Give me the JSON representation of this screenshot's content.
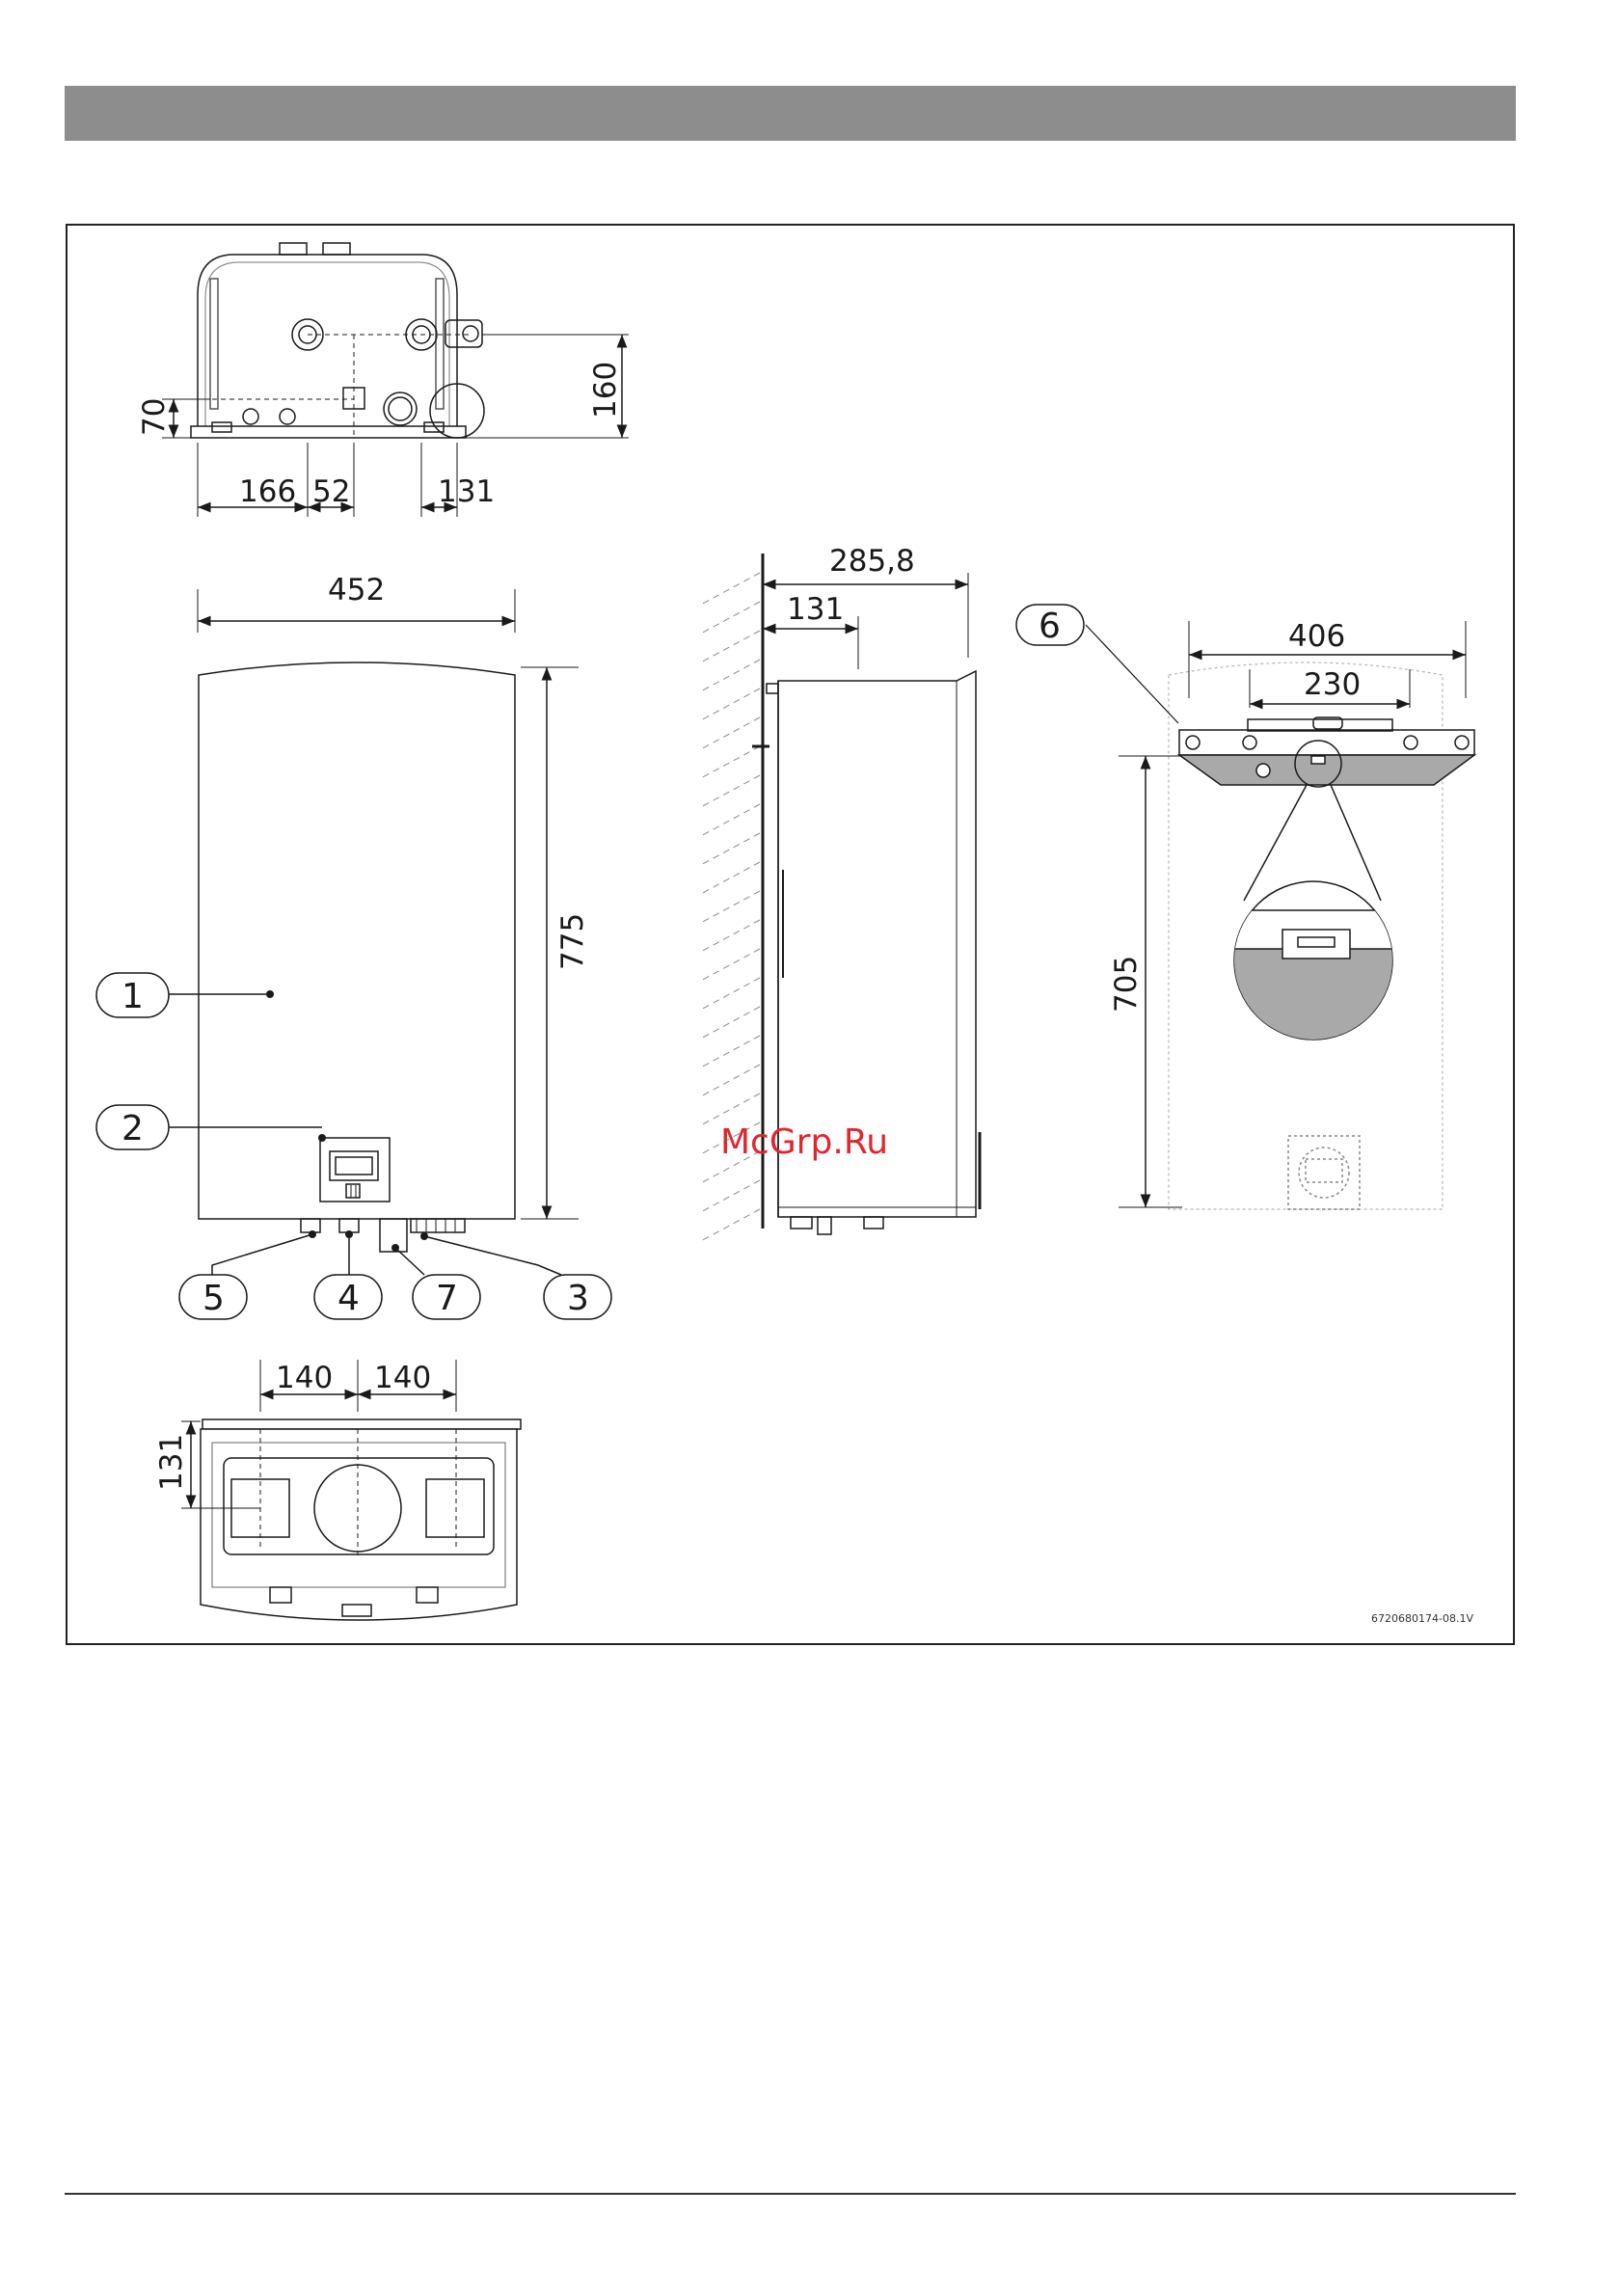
{
  "dimensions": {
    "top_view": {
      "left": "166",
      "mid": "52",
      "right": "131",
      "height_left": "70",
      "height_right": "160"
    },
    "front_width": "452",
    "front_height": "775",
    "side_depth_total": "285,8",
    "side_depth_partial": "131",
    "bracket_outer": "406",
    "bracket_inner": "230",
    "bracket_height": "705",
    "bottom_left": "140",
    "bottom_right": "140",
    "bottom_depth": "131"
  },
  "callouts": [
    "1",
    "2",
    "3",
    "4",
    "5",
    "6",
    "7"
  ],
  "reference_code": "6720680174-08.1V",
  "watermark": "McGrp.Ru",
  "colors": {
    "header_bar": "#8d8d8d",
    "line": "#1a1a1a",
    "light_line": "#9a9a9a",
    "fill_gray": "#a9a9a9",
    "watermark": "#e2262d"
  }
}
